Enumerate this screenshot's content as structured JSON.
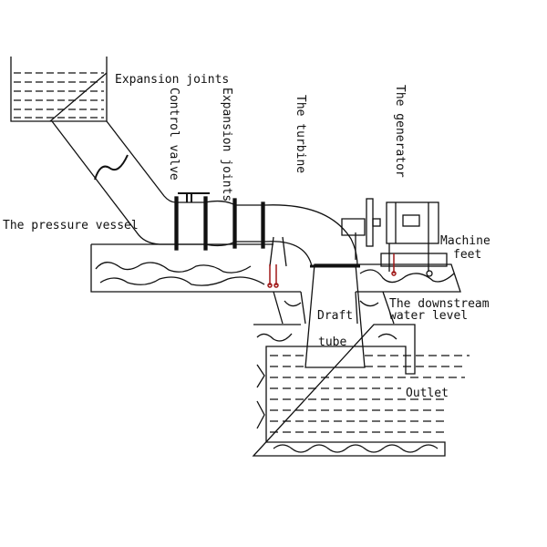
{
  "title": "Hydropower station layout diagram",
  "labels": {
    "expansion_joints_top": "Expansion joints",
    "control_valve": "Control valve",
    "expansion_joints_vertical": "Expansion joints",
    "turbine": "The turbine",
    "generator": "The generator",
    "pressure_vessel": "The pressure vessel",
    "machine_feet_1": "Machine",
    "machine_feet_2": "feet",
    "downstream_1": "The downstream",
    "downstream_2": "water level",
    "draft_1": "Draft",
    "draft_2": "tube",
    "outlet": "Outlet"
  },
  "colors": {
    "line": "#111111",
    "bolt": "#a01818"
  }
}
